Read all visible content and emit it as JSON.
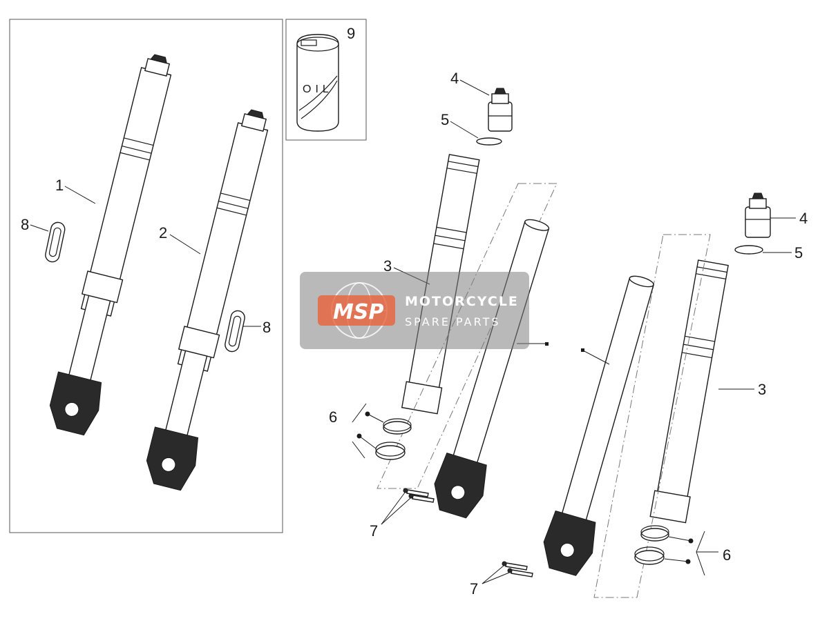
{
  "callouts": {
    "c1": "1",
    "c2": "2",
    "c3a": "3",
    "c3b": "3",
    "c4a": "4",
    "c4b": "4",
    "c5a": "5",
    "c5b": "5",
    "c6a": "6",
    "c6b": "6",
    "c7a": "7",
    "c7b": "7",
    "c8a": "8",
    "c8b": "8",
    "c9": "9"
  },
  "oil_label": "OIL",
  "watermark": {
    "brand": "MSP",
    "line1": "MOTORCYCLE",
    "line2": "SPARE PARTS",
    "bg_color": "#7f7f7f",
    "accent_color": "#e8623a"
  }
}
